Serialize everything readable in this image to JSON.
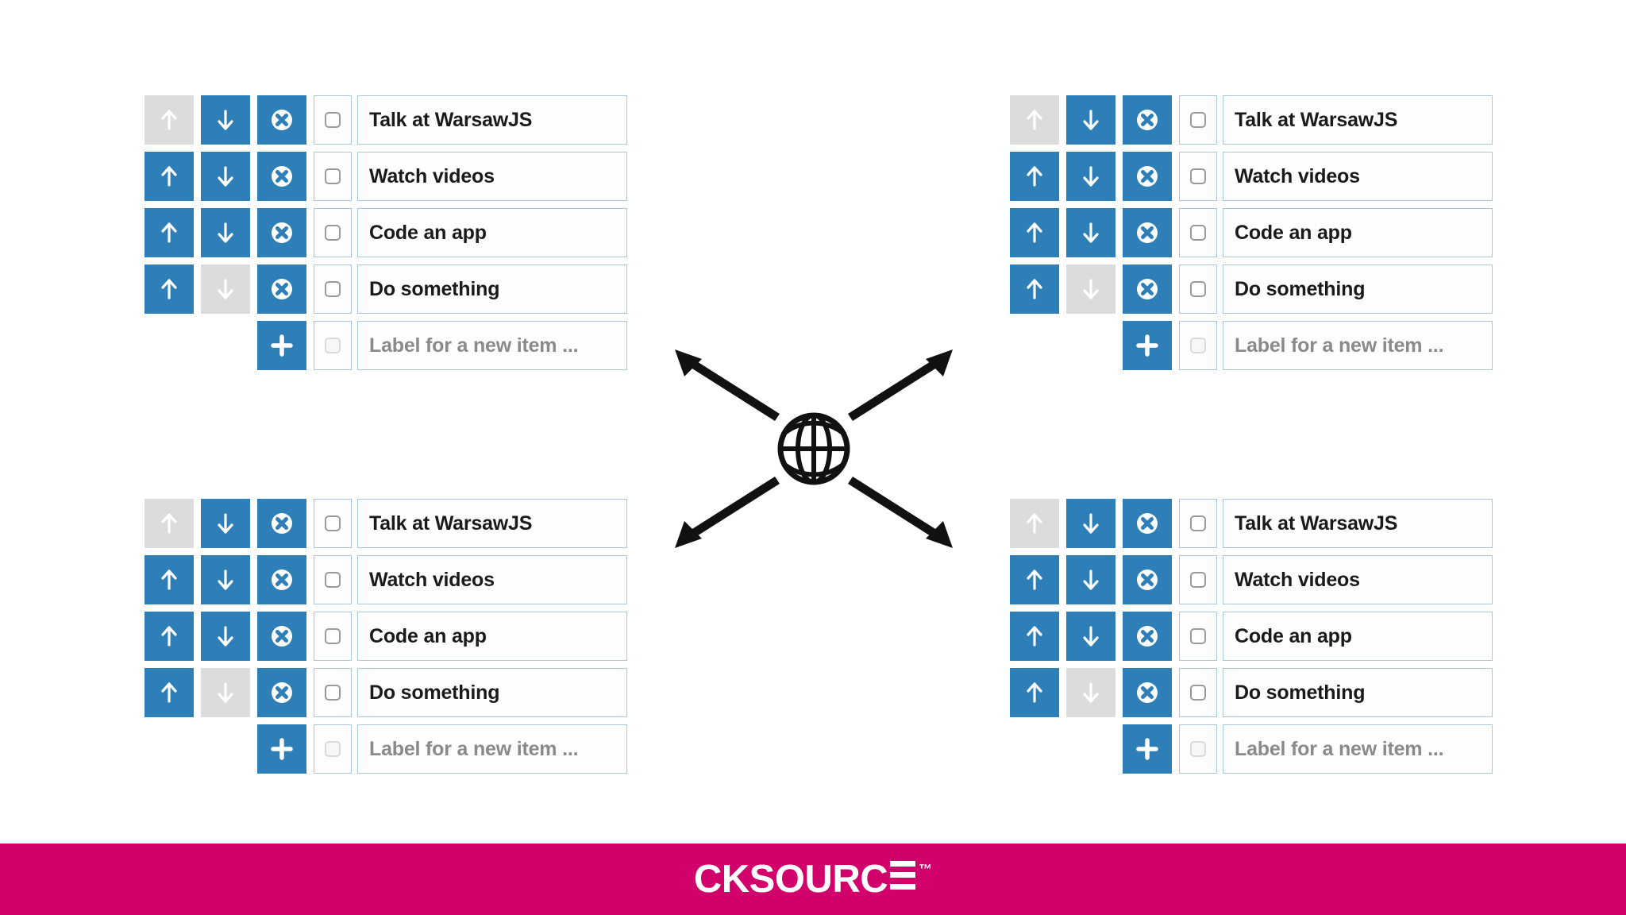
{
  "slide": {
    "background": "#ffffff",
    "accent_blue": "#2e7fb8",
    "disabled_gray": "#dcdcdc",
    "brand_pink": "#d2006a"
  },
  "todo_widget": {
    "columns": [
      "move-up",
      "move-down",
      "delete",
      "done-checkbox",
      "label"
    ],
    "items": [
      {
        "label": "Talk at WarsawJS",
        "up_enabled": false,
        "down_enabled": true,
        "checked": false
      },
      {
        "label": "Watch videos",
        "up_enabled": true,
        "down_enabled": true,
        "checked": false
      },
      {
        "label": "Code an app",
        "up_enabled": true,
        "down_enabled": true,
        "checked": false
      },
      {
        "label": "Do something",
        "up_enabled": true,
        "down_enabled": false,
        "checked": false
      }
    ],
    "new_item": {
      "add_label": "+",
      "placeholder": "Label for a new item ...",
      "checkbox_enabled": false
    },
    "icons": {
      "up": "arrow-up-icon",
      "down": "arrow-down-icon",
      "delete": "delete-circle-icon",
      "add": "plus-icon",
      "checkbox": "checkbox-icon"
    }
  },
  "instances": [
    {
      "id": "top-left",
      "position": "top-left"
    },
    {
      "id": "top-right",
      "position": "top-right"
    },
    {
      "id": "bottom-left",
      "position": "bottom-left"
    },
    {
      "id": "bottom-right",
      "position": "bottom-right"
    }
  ],
  "center": {
    "icon": "globe-icon",
    "arrows": [
      {
        "name": "arrow-to-top-left",
        "direction": "up-left"
      },
      {
        "name": "arrow-to-top-right",
        "direction": "up-right"
      },
      {
        "name": "arrow-to-bottom-left",
        "direction": "down-left"
      },
      {
        "name": "arrow-to-bottom-right",
        "direction": "down-right"
      }
    ]
  },
  "footer": {
    "brand_main": "CKSOURC",
    "brand_mark": "™",
    "background": "#d2006a"
  }
}
